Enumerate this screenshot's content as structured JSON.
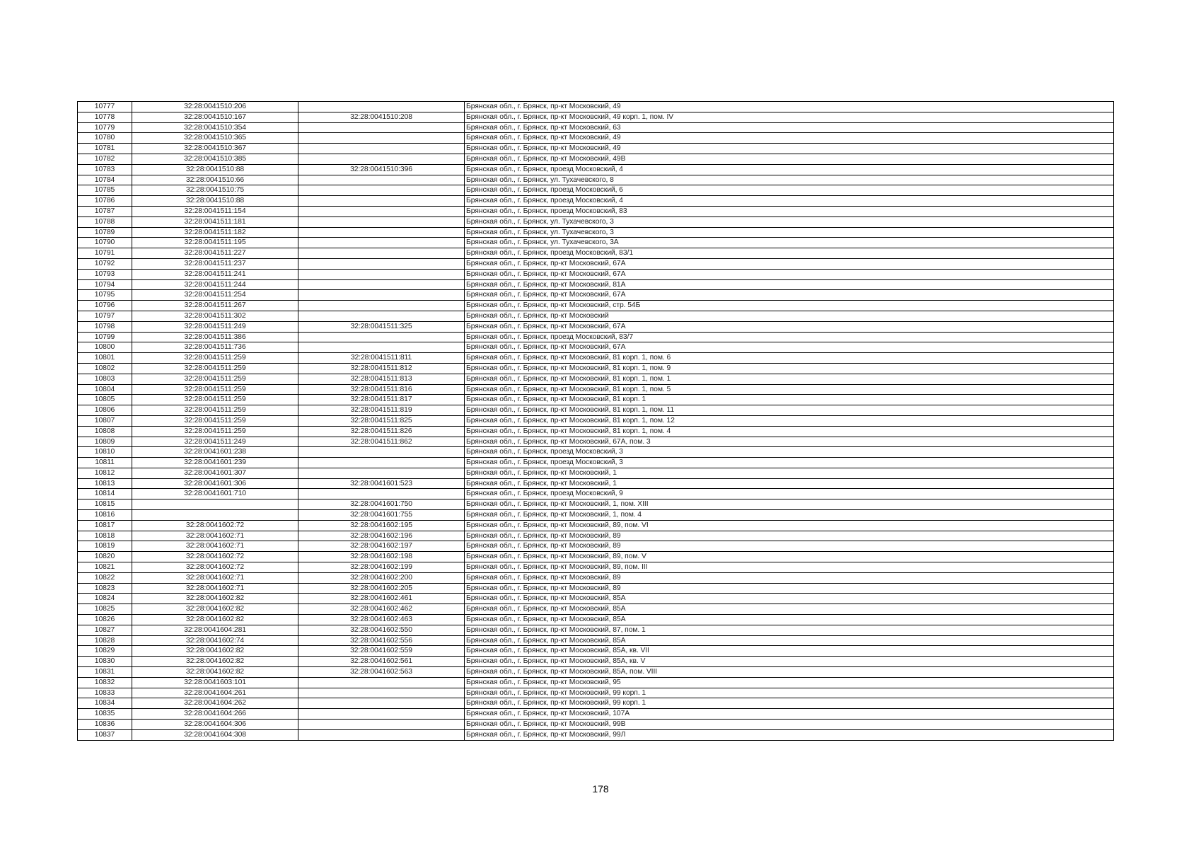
{
  "page_number": "178",
  "rows": [
    {
      "num": "10777",
      "cad1": "32:28:0041510:206",
      "cad2": "",
      "addr": "Брянская обл., г. Брянск, пр-кт Московский, 49"
    },
    {
      "num": "10778",
      "cad1": "32:28:0041510:167",
      "cad2": "32:28:0041510:208",
      "addr": "Брянская обл., г. Брянск, пр-кт Московский, 49 корп. 1, пом. IV"
    },
    {
      "num": "10779",
      "cad1": "32:28:0041510:354",
      "cad2": "",
      "addr": "Брянская обл., г. Брянск, пр-кт Московский, 63"
    },
    {
      "num": "10780",
      "cad1": "32:28:0041510:365",
      "cad2": "",
      "addr": "Брянская обл., г. Брянск, пр-кт Московский, 49"
    },
    {
      "num": "10781",
      "cad1": "32:28:0041510:367",
      "cad2": "",
      "addr": "Брянская обл., г. Брянск, пр-кт Московский, 49"
    },
    {
      "num": "10782",
      "cad1": "32:28:0041510:385",
      "cad2": "",
      "addr": "Брянская обл., г. Брянск, пр-кт Московский, 49В"
    },
    {
      "num": "10783",
      "cad1": "32:28:0041510:88",
      "cad2": "32:28:0041510:396",
      "addr": "Брянская обл., г. Брянск, проезд Московский, 4"
    },
    {
      "num": "10784",
      "cad1": "32:28:0041510:66",
      "cad2": "",
      "addr": "Брянская обл., г. Брянск, ул. Тухачевского, 8"
    },
    {
      "num": "10785",
      "cad1": "32:28:0041510:75",
      "cad2": "",
      "addr": "Брянская обл., г. Брянск, проезд Московский, 6"
    },
    {
      "num": "10786",
      "cad1": "32:28:0041510:88",
      "cad2": "",
      "addr": "Брянская обл., г. Брянск, проезд Московский, 4"
    },
    {
      "num": "10787",
      "cad1": "32:28:0041511:154",
      "cad2": "",
      "addr": "Брянская обл., г. Брянск, проезд Московский, 83"
    },
    {
      "num": "10788",
      "cad1": "32:28:0041511:181",
      "cad2": "",
      "addr": "Брянская обл., г. Брянск, ул. Тухачевского, 3"
    },
    {
      "num": "10789",
      "cad1": "32:28:0041511:182",
      "cad2": "",
      "addr": "Брянская обл., г. Брянск, ул. Тухачевского, 3"
    },
    {
      "num": "10790",
      "cad1": "32:28:0041511:195",
      "cad2": "",
      "addr": "Брянская обл., г. Брянск, ул. Тухачевского, 3А"
    },
    {
      "num": "10791",
      "cad1": "32:28:0041511:227",
      "cad2": "",
      "addr": "Брянская обл., г. Брянск, проезд Московский, 83/1"
    },
    {
      "num": "10792",
      "cad1": "32:28:0041511:237",
      "cad2": "",
      "addr": "Брянская обл., г. Брянск, пр-кт Московский, 67А"
    },
    {
      "num": "10793",
      "cad1": "32:28:0041511:241",
      "cad2": "",
      "addr": "Брянская обл., г. Брянск, пр-кт Московский, 67А"
    },
    {
      "num": "10794",
      "cad1": "32:28:0041511:244",
      "cad2": "",
      "addr": "Брянская обл., г. Брянск, пр-кт Московский, 81А"
    },
    {
      "num": "10795",
      "cad1": "32:28:0041511:254",
      "cad2": "",
      "addr": "Брянская обл., г. Брянск, пр-кт Московский, 67А"
    },
    {
      "num": "10796",
      "cad1": "32:28:0041511:267",
      "cad2": "",
      "addr": "Брянская обл., г. Брянск, пр-кт Московский, стр. 54Б"
    },
    {
      "num": "10797",
      "cad1": "32:28:0041511:302",
      "cad2": "",
      "addr": "Брянская обл., г. Брянск, пр-кт Московский"
    },
    {
      "num": "10798",
      "cad1": "32:28:0041511:249",
      "cad2": "32:28:0041511:325",
      "addr": "Брянская обл., г. Брянск, пр-кт Московский, 67А"
    },
    {
      "num": "10799",
      "cad1": "32:28:0041511:386",
      "cad2": "",
      "addr": "Брянская обл., г. Брянск, проезд Московский, 83/7"
    },
    {
      "num": "10800",
      "cad1": "32:28:0041511:736",
      "cad2": "",
      "addr": "Брянская обл., г. Брянск, пр-кт Московский, 67А"
    },
    {
      "num": "10801",
      "cad1": "32:28:0041511:259",
      "cad2": "32:28:0041511:811",
      "addr": "Брянская обл., г. Брянск, пр-кт Московский, 81 корп. 1, пом. 6"
    },
    {
      "num": "10802",
      "cad1": "32:28:0041511:259",
      "cad2": "32:28:0041511:812",
      "addr": "Брянская обл., г. Брянск, пр-кт Московский, 81 корп. 1, пом. 9"
    },
    {
      "num": "10803",
      "cad1": "32:28:0041511:259",
      "cad2": "32:28:0041511:813",
      "addr": "Брянская обл., г. Брянск, пр-кт Московский, 81 корп. 1, пом. 1"
    },
    {
      "num": "10804",
      "cad1": "32:28:0041511:259",
      "cad2": "32:28:0041511:816",
      "addr": "Брянская обл., г. Брянск, пр-кт Московский, 81 корп. 1, пом. 5"
    },
    {
      "num": "10805",
      "cad1": "32:28:0041511:259",
      "cad2": "32:28:0041511:817",
      "addr": "Брянская обл., г. Брянск, пр-кт Московский, 81 корп. 1"
    },
    {
      "num": "10806",
      "cad1": "32:28:0041511:259",
      "cad2": "32:28:0041511:819",
      "addr": "Брянская обл., г. Брянск, пр-кт Московский, 81 корп. 1, пом. 11"
    },
    {
      "num": "10807",
      "cad1": "32:28:0041511:259",
      "cad2": "32:28:0041511:825",
      "addr": "Брянская обл., г. Брянск, пр-кт Московский, 81 корп. 1, пом. 12"
    },
    {
      "num": "10808",
      "cad1": "32:28:0041511:259",
      "cad2": "32:28:0041511:826",
      "addr": "Брянская обл., г. Брянск, пр-кт Московский, 81 корп. 1, пом. 4"
    },
    {
      "num": "10809",
      "cad1": "32:28:0041511:249",
      "cad2": "32:28:0041511:862",
      "addr": "Брянская обл., г. Брянск, пр-кт Московский, 67А, пом. 3"
    },
    {
      "num": "10810",
      "cad1": "32:28:0041601:238",
      "cad2": "",
      "addr": "Брянская обл., г. Брянск, проезд Московский, 3"
    },
    {
      "num": "10811",
      "cad1": "32:28:0041601:239",
      "cad2": "",
      "addr": "Брянская обл., г. Брянск, проезд Московский, 3"
    },
    {
      "num": "10812",
      "cad1": "32:28:0041601:307",
      "cad2": "",
      "addr": "Брянская обл., г. Брянск, пр-кт Московский, 1"
    },
    {
      "num": "10813",
      "cad1": "32:28:0041601:306",
      "cad2": "32:28:0041601:523",
      "addr": "Брянская обл., г. Брянск, пр-кт Московский, 1"
    },
    {
      "num": "10814",
      "cad1": "32:28:0041601:710",
      "cad2": "",
      "addr": "Брянская обл., г. Брянск, проезд Московский, 9"
    },
    {
      "num": "10815",
      "cad1": "",
      "cad2": "32:28:0041601:750",
      "addr": "Брянская обл., г. Брянск, пр-кт Московский, 1, пом. XIII"
    },
    {
      "num": "10816",
      "cad1": "",
      "cad2": "32:28:0041601:755",
      "addr": "Брянская обл., г. Брянск, пр-кт Московский, 1, пом. 4"
    },
    {
      "num": "10817",
      "cad1": "32:28:0041602:72",
      "cad2": "32:28:0041602:195",
      "addr": "Брянская обл., г. Брянск, пр-кт Московский, 89, пом. VI"
    },
    {
      "num": "10818",
      "cad1": "32:28:0041602:71",
      "cad2": "32:28:0041602:196",
      "addr": "Брянская обл., г. Брянск, пр-кт Московский, 89"
    },
    {
      "num": "10819",
      "cad1": "32:28:0041602:71",
      "cad2": "32:28:0041602:197",
      "addr": "Брянская обл., г. Брянск, пр-кт Московский, 89"
    },
    {
      "num": "10820",
      "cad1": "32:28:0041602:72",
      "cad2": "32:28:0041602:198",
      "addr": "Брянская обл., г. Брянск, пр-кт Московский, 89, пом. V"
    },
    {
      "num": "10821",
      "cad1": "32:28:0041602:72",
      "cad2": "32:28:0041602:199",
      "addr": "Брянская обл., г. Брянск, пр-кт Московский, 89, пом. III"
    },
    {
      "num": "10822",
      "cad1": "32:28:0041602:71",
      "cad2": "32:28:0041602:200",
      "addr": "Брянская обл., г. Брянск, пр-кт Московский, 89"
    },
    {
      "num": "10823",
      "cad1": "32:28:0041602:71",
      "cad2": "32:28:0041602:205",
      "addr": "Брянская обл., г. Брянск, пр-кт Московский, 89"
    },
    {
      "num": "10824",
      "cad1": "32:28:0041602:82",
      "cad2": "32:28:0041602:461",
      "addr": "Брянская обл., г. Брянск, пр-кт Московский, 85А"
    },
    {
      "num": "10825",
      "cad1": "32:28:0041602:82",
      "cad2": "32:28:0041602:462",
      "addr": "Брянская обл., г. Брянск, пр-кт Московский, 85А"
    },
    {
      "num": "10826",
      "cad1": "32:28:0041602:82",
      "cad2": "32:28:0041602:463",
      "addr": "Брянская обл., г. Брянск, пр-кт Московский, 85А"
    },
    {
      "num": "10827",
      "cad1": "32:28:0041604:281",
      "cad2": "32:28:0041602:550",
      "addr": "Брянская обл., г. Брянск, пр-кт Московский, 87, пом. 1"
    },
    {
      "num": "10828",
      "cad1": "32:28:0041602:74",
      "cad2": "32:28:0041602:556",
      "addr": "Брянская обл., г. Брянск, пр-кт Московский, 85А"
    },
    {
      "num": "10829",
      "cad1": "32:28:0041602:82",
      "cad2": "32:28:0041602:559",
      "addr": "Брянская обл., г. Брянск, пр-кт Московский, 85А, кв. VII"
    },
    {
      "num": "10830",
      "cad1": "32:28:0041602:82",
      "cad2": "32:28:0041602:561",
      "addr": "Брянская обл., г. Брянск, пр-кт Московский, 85А, кв. V"
    },
    {
      "num": "10831",
      "cad1": "32:28:0041602:82",
      "cad2": "32:28:0041602:563",
      "addr": "Брянская обл., г. Брянск, пр-кт Московский, 85А, пом. VIII"
    },
    {
      "num": "10832",
      "cad1": "32:28:0041603:101",
      "cad2": "",
      "addr": "Брянская обл., г. Брянск, пр-кт Московский, 95"
    },
    {
      "num": "10833",
      "cad1": "32:28:0041604:261",
      "cad2": "",
      "addr": "Брянская обл., г. Брянск, пр-кт Московский, 99 корп. 1"
    },
    {
      "num": "10834",
      "cad1": "32:28:0041604:262",
      "cad2": "",
      "addr": "Брянская обл., г. Брянск, пр-кт Московский, 99 корп. 1"
    },
    {
      "num": "10835",
      "cad1": "32:28:0041604:266",
      "cad2": "",
      "addr": "Брянская обл., г. Брянск, пр-кт Московский, 107А"
    },
    {
      "num": "10836",
      "cad1": "32:28:0041604:306",
      "cad2": "",
      "addr": "Брянская обл., г. Брянск, пр-кт Московский, 99В"
    },
    {
      "num": "10837",
      "cad1": "32:28:0041604:308",
      "cad2": "",
      "addr": "Брянская обл., г. Брянск, пр-кт Московский, 99Л"
    }
  ]
}
